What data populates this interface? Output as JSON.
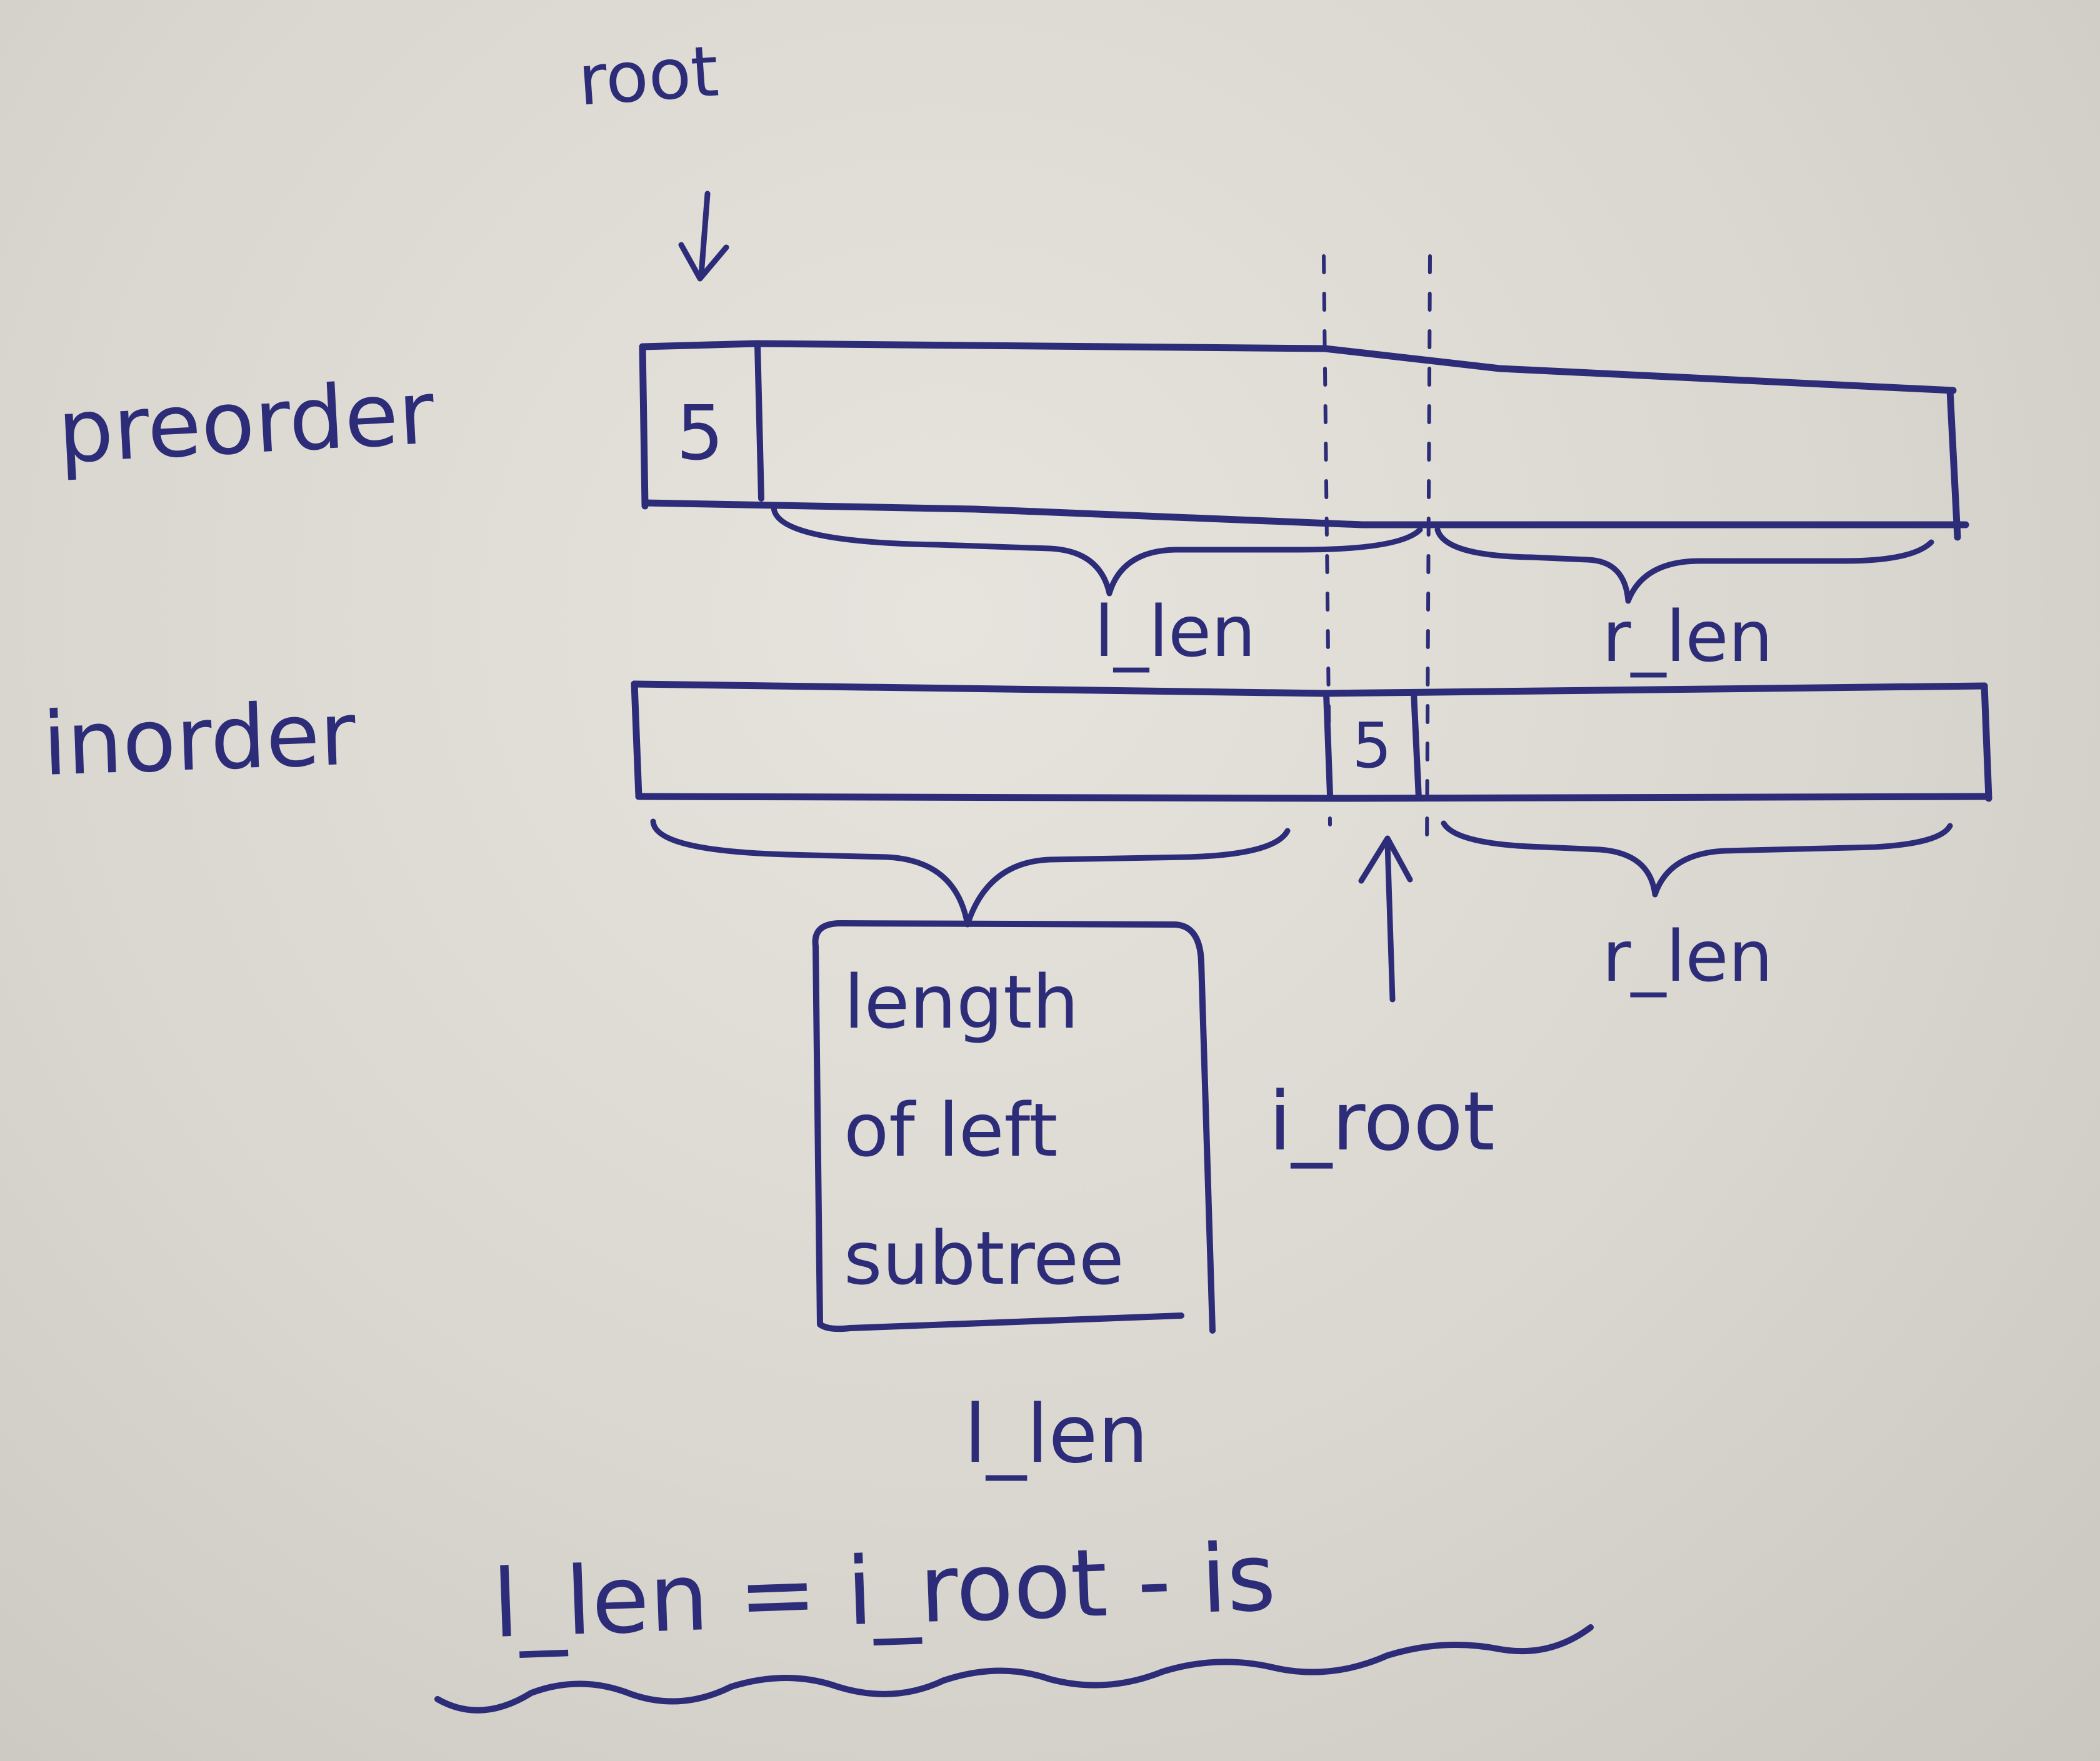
{
  "labels": {
    "root": "root",
    "preorder": "preorder",
    "inorder": "inorder",
    "pre_root_value": "5",
    "in_root_value": "5",
    "pre_l_len": "l_len",
    "pre_r_len": "r_len",
    "in_r_len": "r_len",
    "box_line1": "length",
    "box_line2": "of left",
    "box_line3": "subtree",
    "i_root": "i_root",
    "below_box_l_len": "l_len",
    "formula": "l_len = i_root - is"
  },
  "colors": {
    "ink": "#2c2c78",
    "paper": "#e2e0d9"
  },
  "icons": {
    "root_pointer": "arrow-down-icon",
    "i_root_pointer": "arrow-up-icon"
  }
}
